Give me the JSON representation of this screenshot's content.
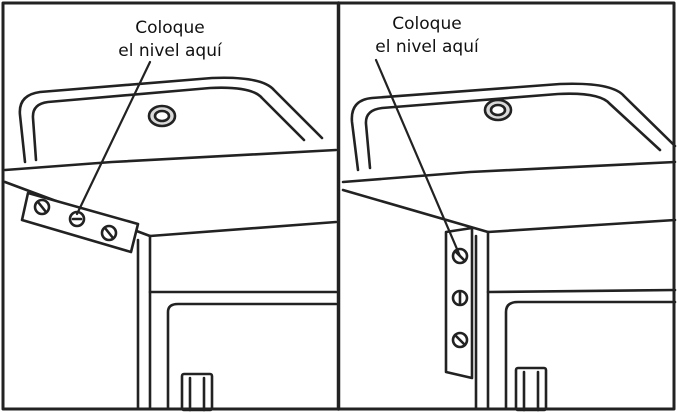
{
  "panels": [
    {
      "id": "horizontal",
      "callout": {
        "line1": "Coloque",
        "line2": "el nivel aquí"
      }
    },
    {
      "id": "vertical",
      "callout": {
        "line1": "Coloque",
        "line2": "el nivel aquí"
      }
    }
  ],
  "colors": {
    "line": "#222222",
    "background": "#ffffff",
    "knob_fill": "#d9d9d9"
  }
}
